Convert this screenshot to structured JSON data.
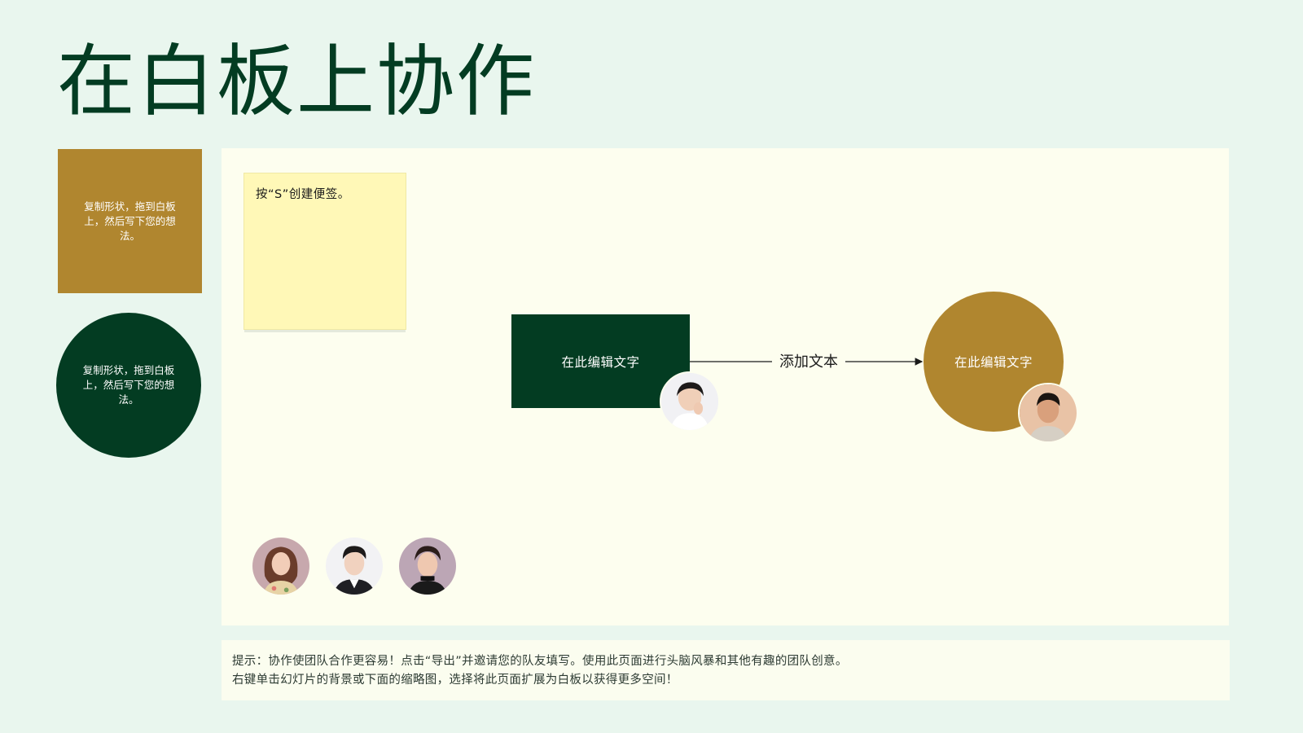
{
  "title": "在白板上协作",
  "shapes": {
    "square_text": "复制形状，拖到白板上，然后写下您的想法。",
    "circle_text": "复制形状，拖到白板上，然后写下您的想法。"
  },
  "board": {
    "sticky_note": "按“S”创建便签。",
    "rect_node": "在此编辑文字",
    "connector_label": "添加文本",
    "circle_node": "在此编辑文字"
  },
  "tip": {
    "line1": "提示：协作使团队合作更容易！点击“导出”并邀请您的队友填写。使用此页面进行头脑风暴和其他有趣的团队创意。",
    "line2": "右键单击幻灯片的背景或下面的缩略图，选择将此页面扩展为白板以获得更多空间！"
  },
  "colors": {
    "background": "#e9f6ee",
    "board": "#fdfeef",
    "dark_green": "#033c22",
    "gold": "#b0862f",
    "sticky": "#fff8b7"
  }
}
